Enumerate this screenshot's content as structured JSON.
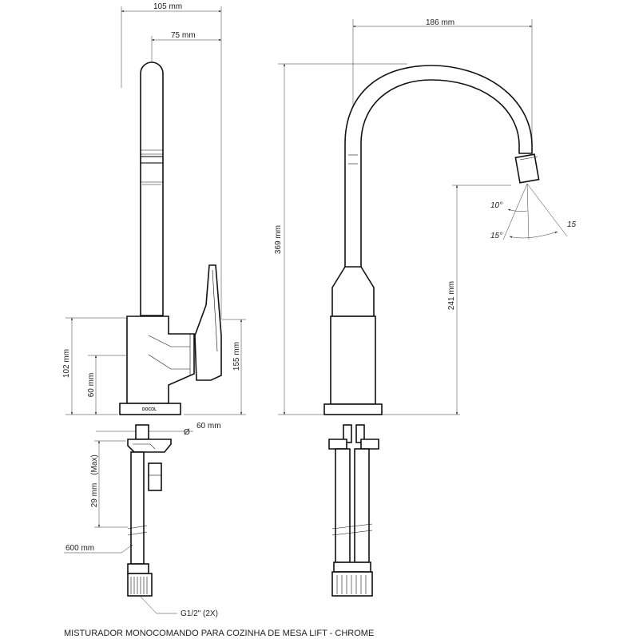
{
  "dimensions": {
    "width_105": "105 mm",
    "width_75": "75 mm",
    "width_186": "186 mm",
    "height_369": "369 mm",
    "height_241": "241 mm",
    "height_155": "155 mm",
    "height_102": "102 mm",
    "height_60": "60 mm",
    "diameter_symbol": "Ø",
    "diameter_60": "60 mm",
    "max_label": "(Max)",
    "height_29": "29 mm",
    "hose_600": "600 mm",
    "thread": "G1/2\" (2X)"
  },
  "angles": {
    "a10_left": "10°",
    "a15_left": "15°",
    "a15_right": "15"
  },
  "brand": "DOCOL",
  "caption": "MISTURADOR MONOCOMANDO PARA COZINHA DE MESA LIFT - CHROME"
}
